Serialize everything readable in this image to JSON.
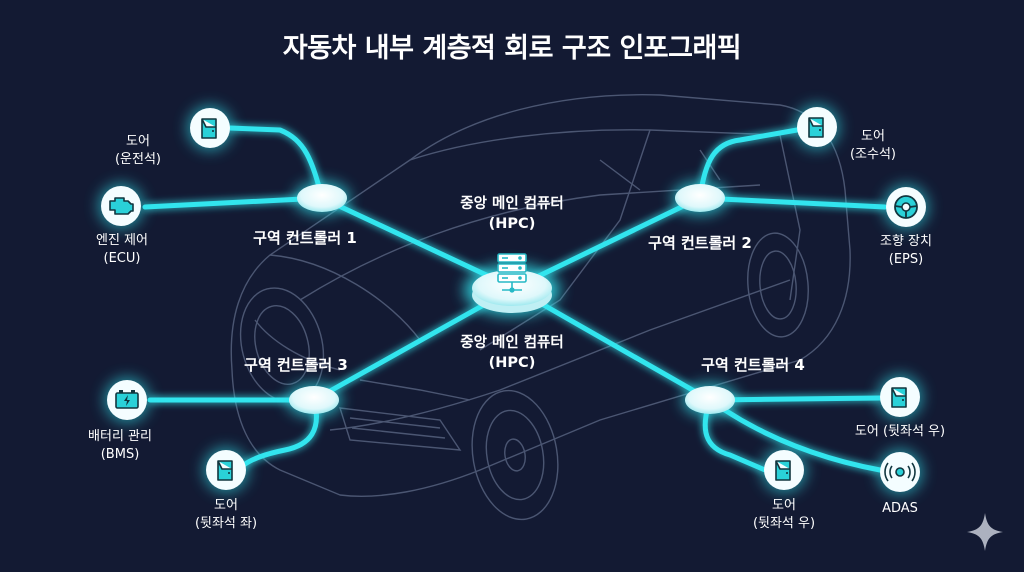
{
  "title": "자동차 내부 계층적 회로 구조 인포그래픽",
  "hpc_top": {
    "line1": "중앙 메인 컴퓨터",
    "line2": "(HPC)"
  },
  "hpc_bottom": {
    "line1": "중앙 메인 컴퓨터",
    "line2": "(HPC)"
  },
  "zones": [
    {
      "label": "구역 컨트롤러 1"
    },
    {
      "label": "구역 컨트롤러 2"
    },
    {
      "label": "구역 컨트롤러 3"
    },
    {
      "label": "구역 컨트롤러 4"
    }
  ],
  "devices": {
    "door_driver": {
      "line1": "도어",
      "line2": "(운전석)",
      "icon": "door-icon"
    },
    "engine": {
      "line1": "엔진 제어",
      "line2": "(ECU)",
      "icon": "engine-icon"
    },
    "door_passenger": {
      "line1": "도어",
      "line2": "(조수석)",
      "icon": "door-icon"
    },
    "steering": {
      "line1": "조향 장치",
      "line2": "(EPS)",
      "icon": "steering-wheel-icon"
    },
    "battery": {
      "line1": "배터리 관리",
      "line2": "(BMS)",
      "icon": "battery-icon"
    },
    "door_rear_left": {
      "line1": "도어",
      "line2": "(뒷좌석 좌)",
      "icon": "door-icon"
    },
    "door_rear_right_a": {
      "line1": "도어 (뒷좌석 우)",
      "icon": "door-icon"
    },
    "adas": {
      "line1": "ADAS",
      "icon": "radar-icon"
    },
    "door_rear_right_b": {
      "line1": "도어",
      "line2": "(뒷좌석 우)",
      "icon": "door-icon"
    }
  },
  "colors": {
    "background": "#131a33",
    "glow": "#33e5ee",
    "node": "#e8fbff",
    "icon_fill": "#2ad1d8",
    "text": "#ffffff"
  }
}
